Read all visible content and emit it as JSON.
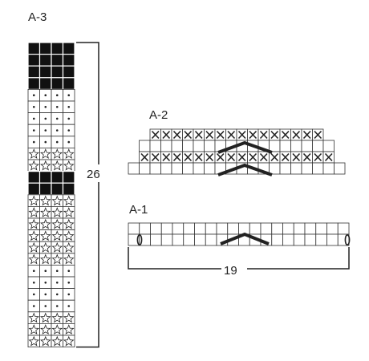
{
  "charts": {
    "a3": {
      "label": "A-3",
      "row_count_label": "26",
      "columns": 4,
      "rows_top_to_bottom": [
        "filled",
        "filled",
        "filled",
        "filled",
        "dot",
        "dot",
        "dot",
        "dot",
        "dot",
        "star",
        "star",
        "filled",
        "filled",
        "star",
        "star",
        "star",
        "star",
        "star",
        "star",
        "dot",
        "dot",
        "dot",
        "dot",
        "star",
        "star",
        "star"
      ]
    },
    "a2": {
      "label": "A-2",
      "rows_top_to_bottom": [
        {
          "symbol": "cross",
          "indent": 2,
          "cells": 16
        },
        {
          "symbol": "blank",
          "indent": 1,
          "cells": 18
        },
        {
          "symbol": "cross",
          "indent": 1,
          "cells": 18
        },
        {
          "symbol": "blank",
          "indent": 0,
          "cells": 20
        }
      ]
    },
    "a1": {
      "label": "A-1",
      "stitch_count_label": "19",
      "cells": 20
    }
  },
  "colors": {
    "ink": "#222222",
    "grid": "#333333",
    "fill": "#111111"
  }
}
